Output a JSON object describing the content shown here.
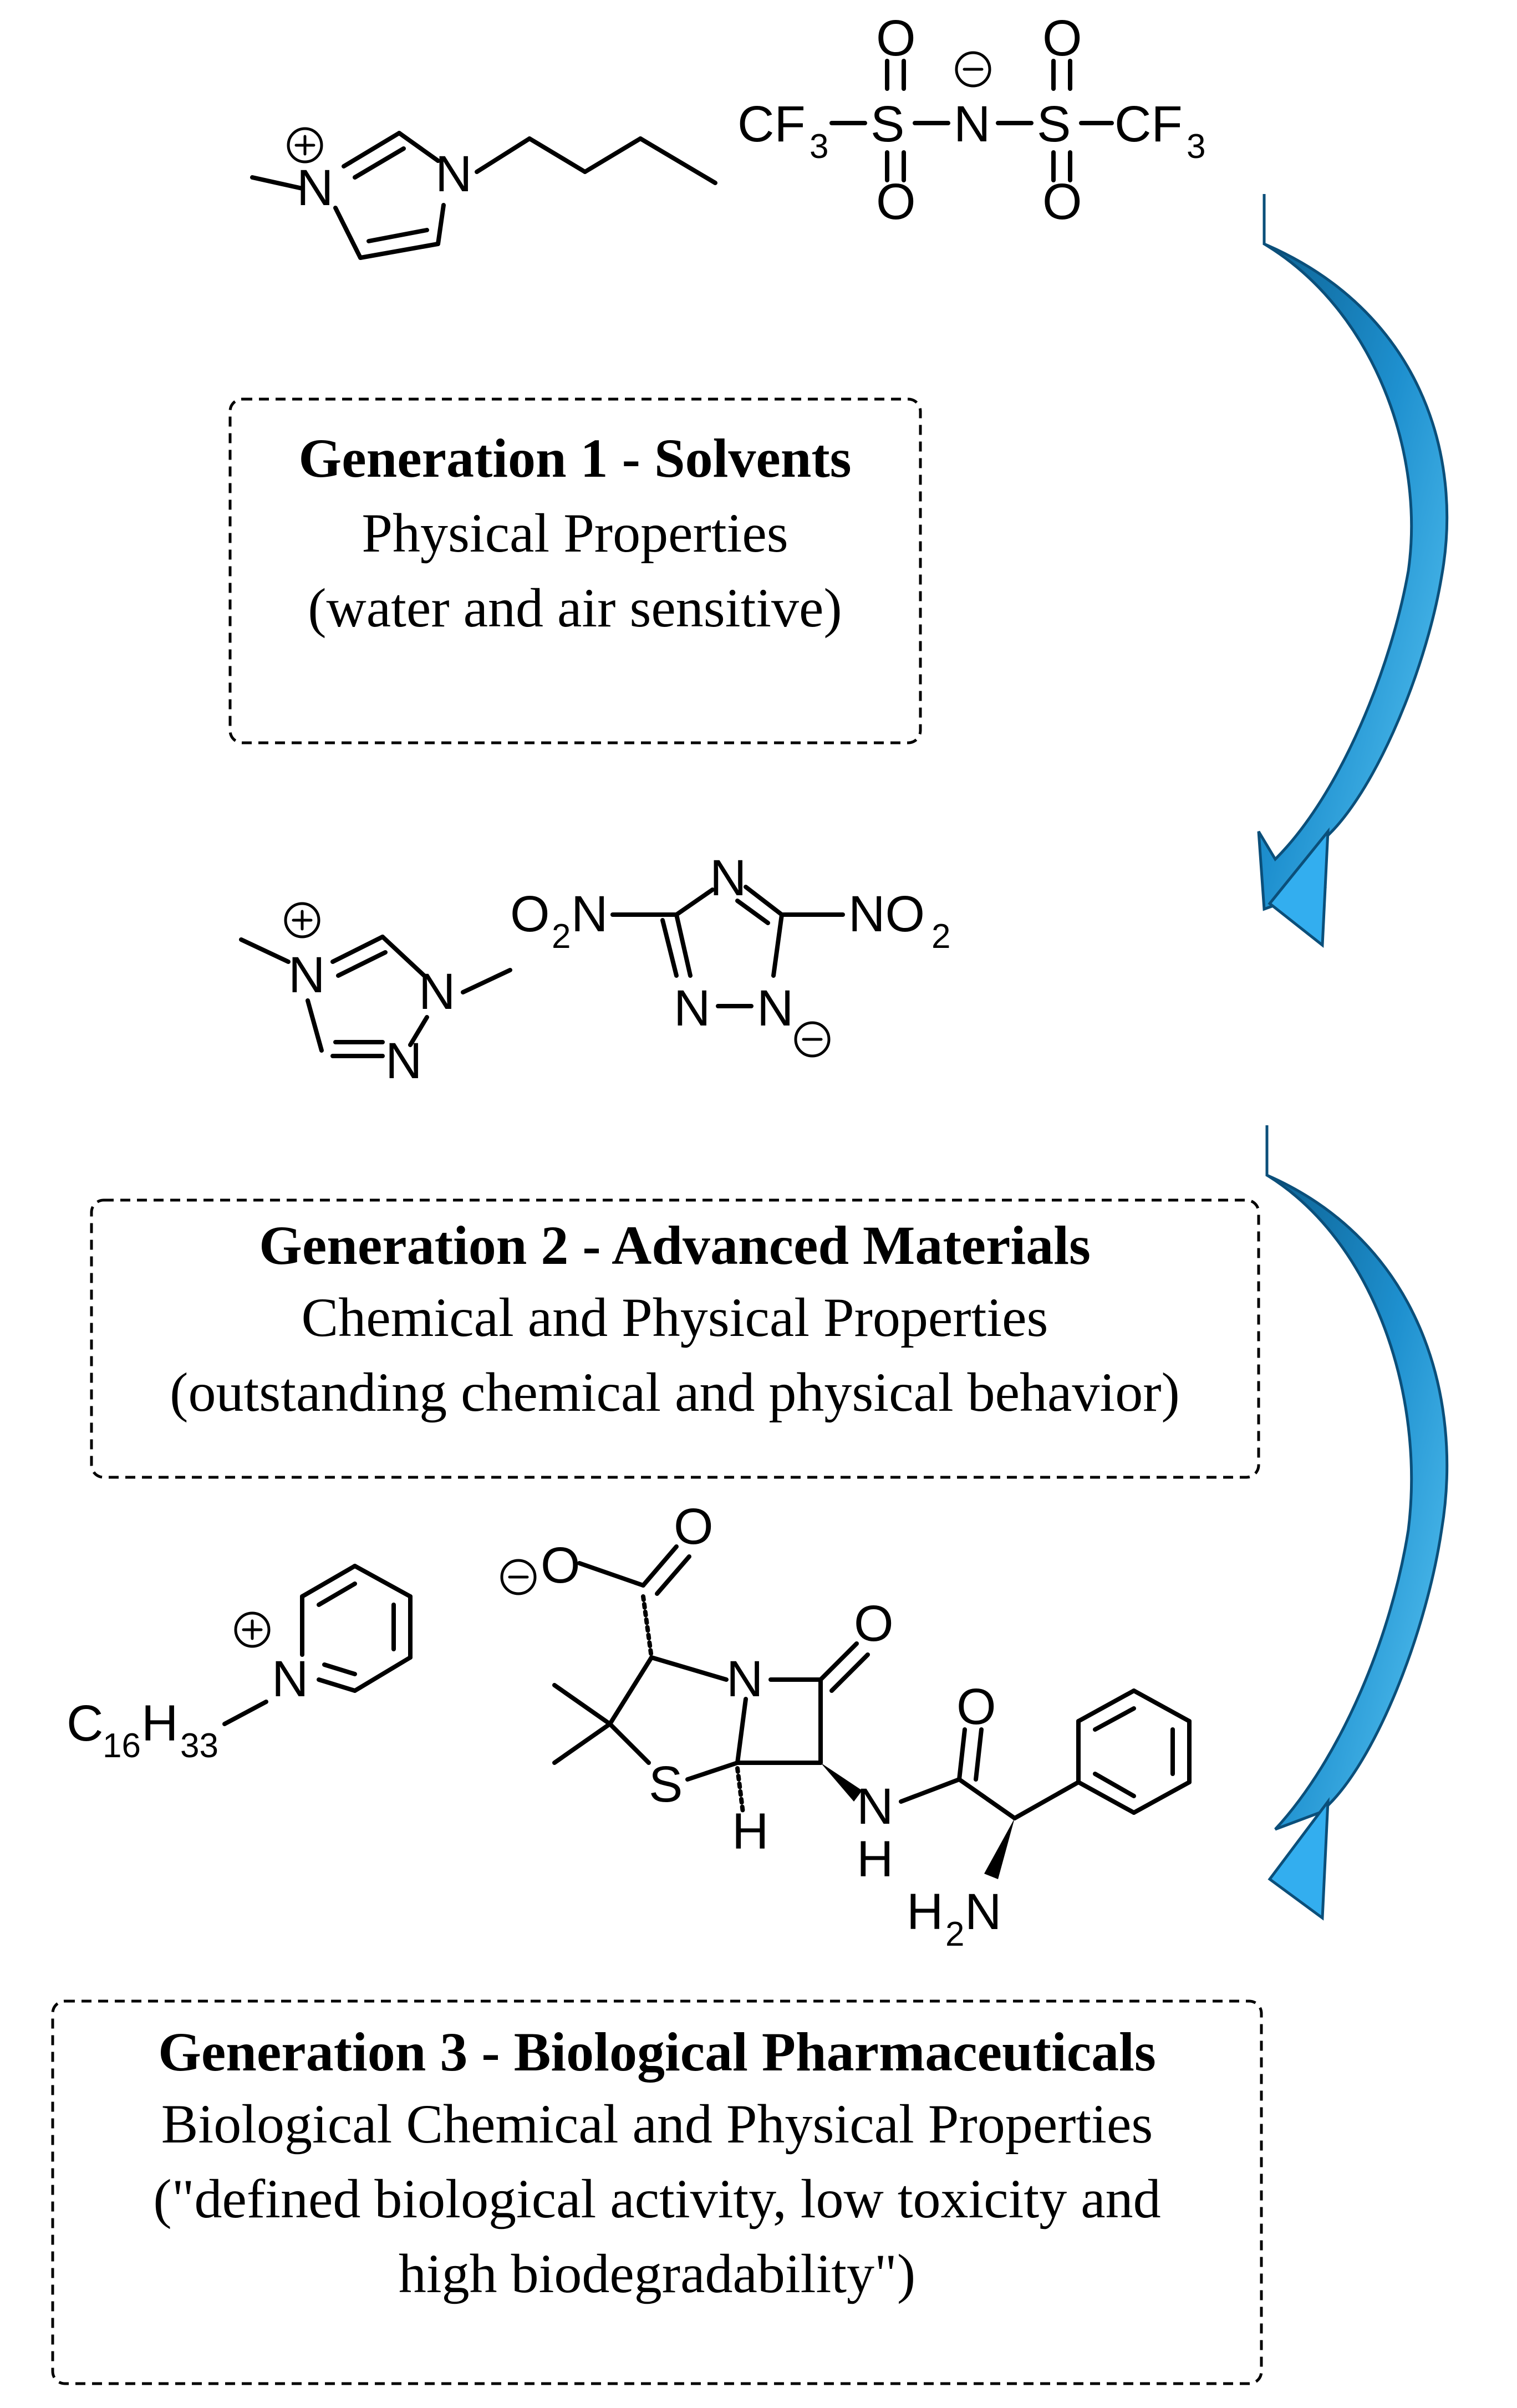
{
  "generations": [
    {
      "title": "Generation 1 - Solvents",
      "lines": [
        "Physical Properties",
        "(water and air sensitive)"
      ]
    },
    {
      "title": "Generation 2 - Advanced Materials",
      "lines": [
        "Chemical and Physical Properties",
        "(outstanding chemical and physical behavior)"
      ]
    },
    {
      "title": "Generation 3 -  Biological Pharmaceuticals",
      "lines": [
        "Biological Chemical and Physical Properties",
        "(\"defined biological activity, low toxicity and",
        "high biodegradability\")"
      ]
    }
  ],
  "atoms": {
    "N": "N",
    "O": "O",
    "S": "S",
    "H": "H",
    "CF": "CF",
    "sub3": "3",
    "O2N_O": "O",
    "sub2": "2",
    "NO_": "NO",
    "C": "C",
    "sub16": "16",
    "H_": "H",
    "sub33": "33",
    "H2N_H": "H"
  },
  "arrow_colors": {
    "light": "#33AEEF",
    "dark": "#0B5E8E"
  }
}
